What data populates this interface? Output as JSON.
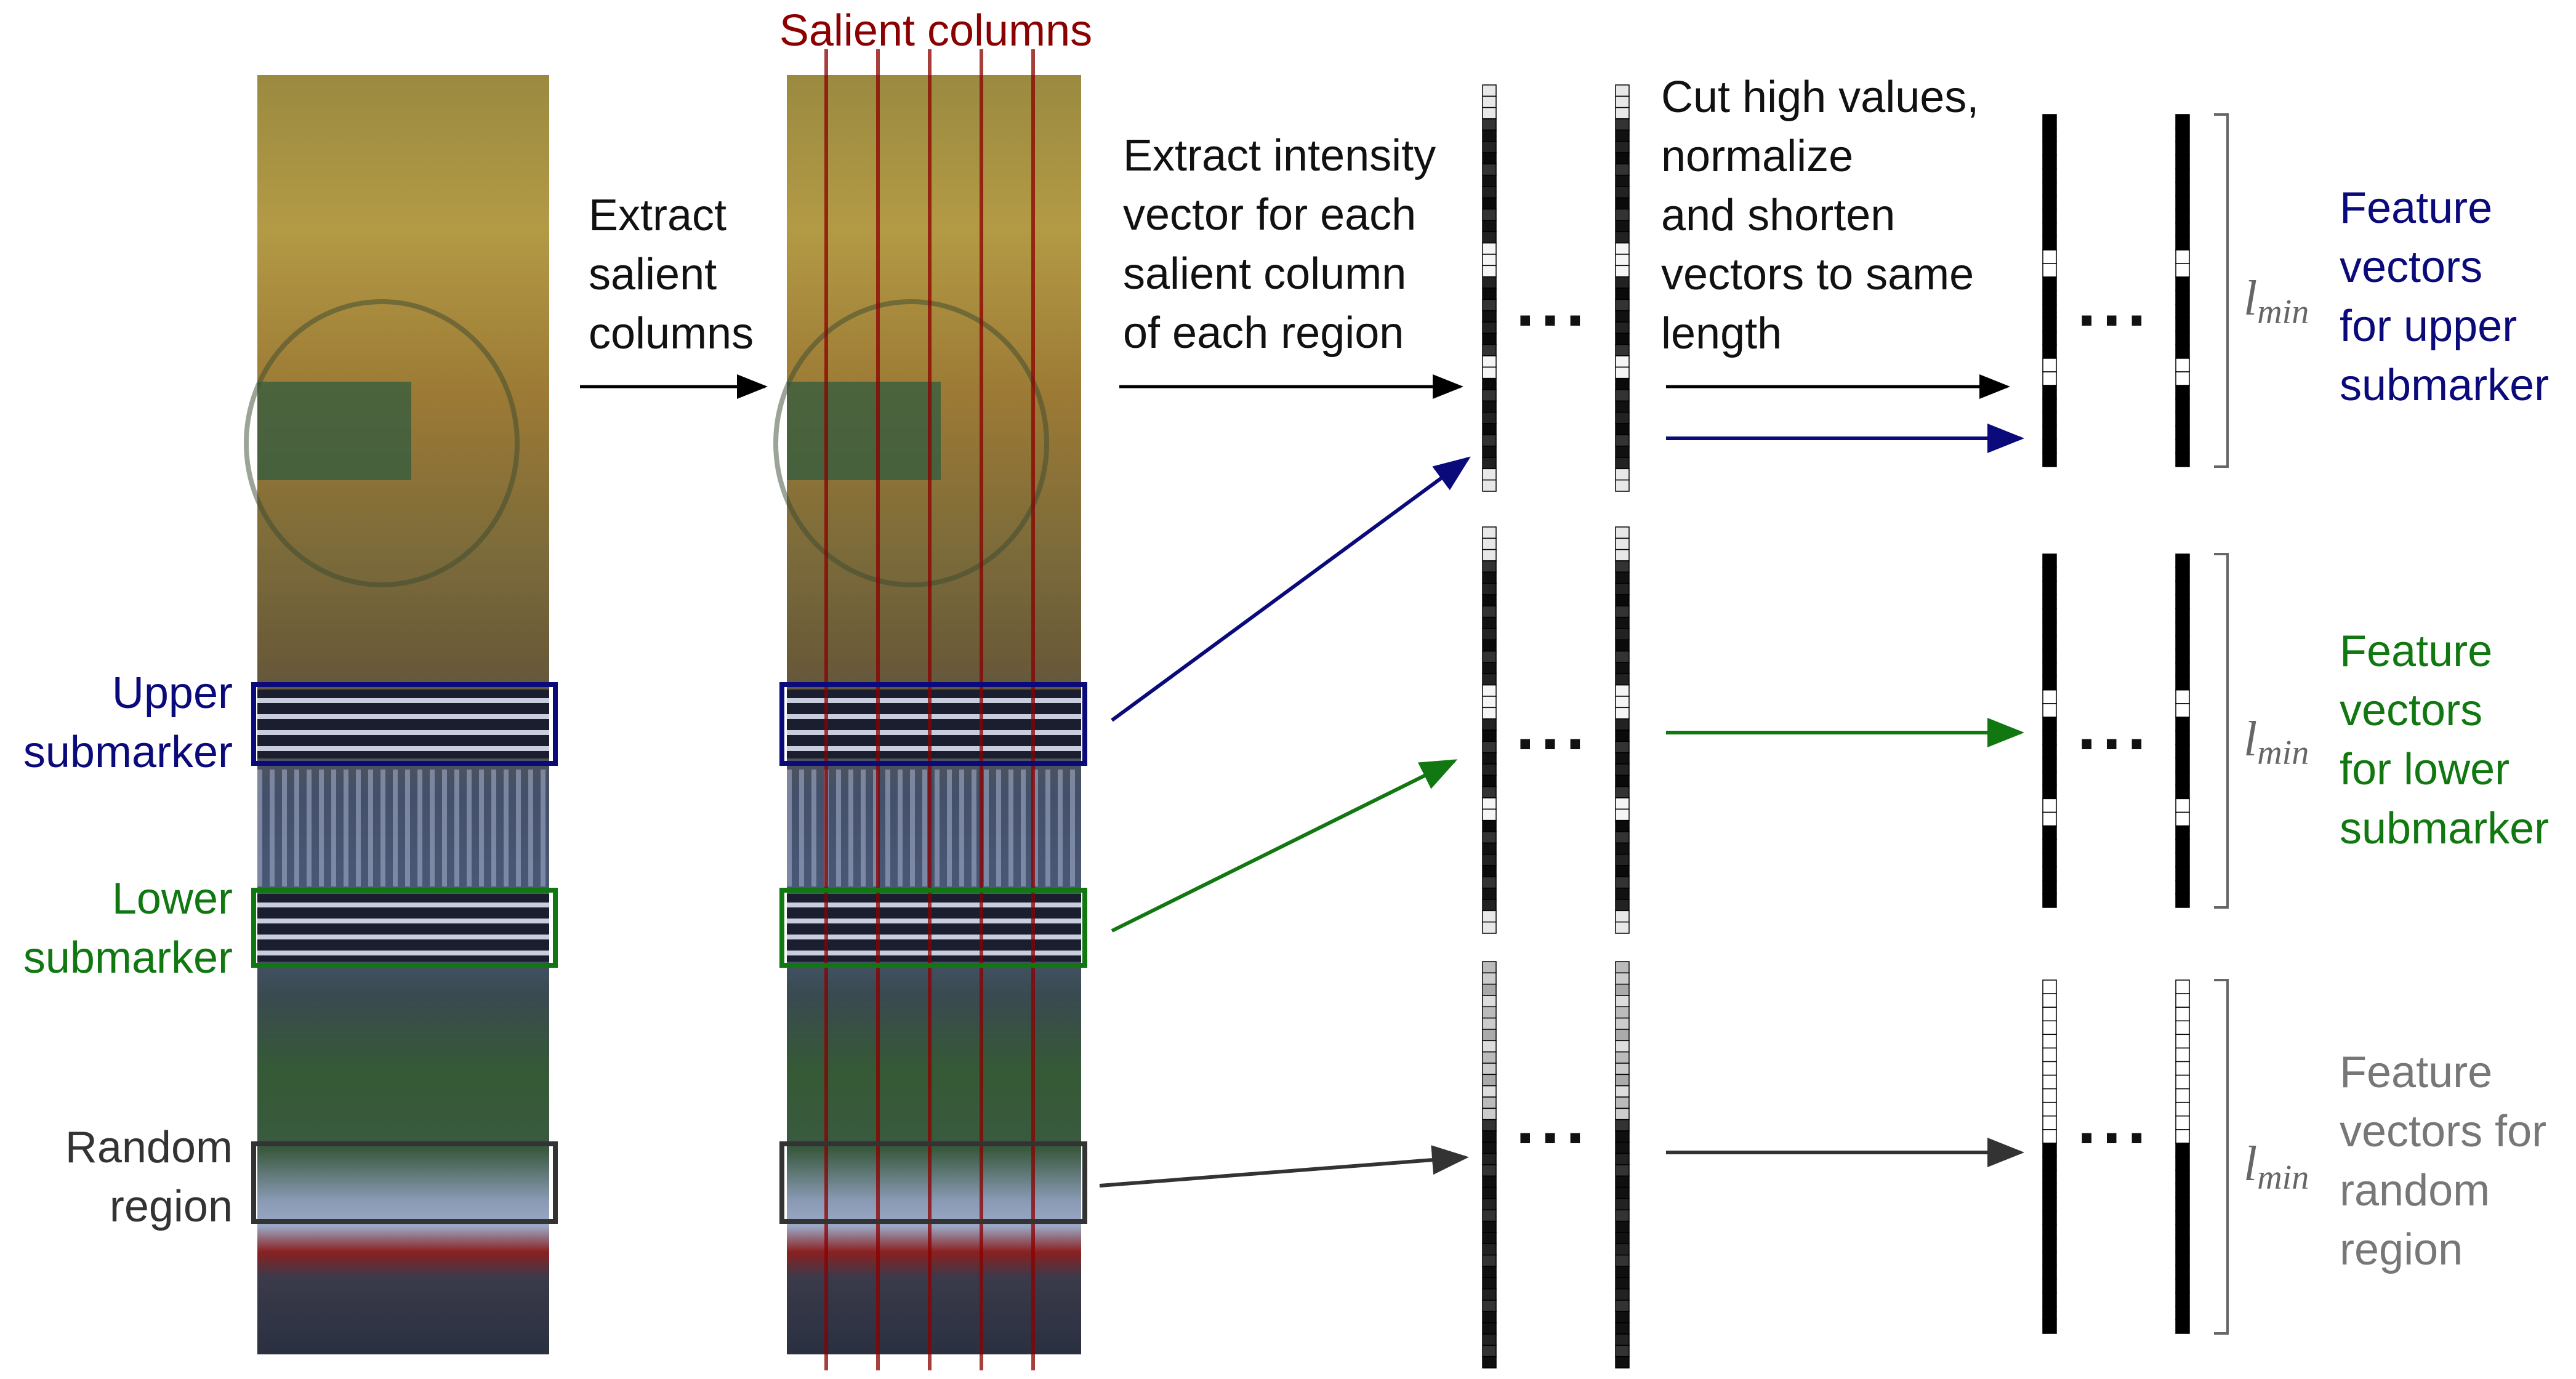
{
  "labels": {
    "salient_columns": "Salient columns",
    "extract_salient": "Extract\nsalient\ncolumns",
    "extract_intensity": "Extract intensity\nvector for each\nsalient column\nof each region",
    "cut_high": "Cut high values,\nnormalize\nand shorten\nvectors to same\nlength",
    "upper_submarker": "Upper\nsubmarker",
    "lower_submarker": "Lower\nsubmarker",
    "random_region": "Random\nregion",
    "feature_upper": "Feature\nvectors\nfor upper\nsubmarker",
    "feature_lower": "Feature\nvectors\nfor lower\nsubmarker",
    "feature_random": "Feature\nvectors for\nrandom\nregion",
    "lmin_base": "l",
    "lmin_sub": "min",
    "ellipsis": "..."
  },
  "colors": {
    "upper": "#0a0a7a",
    "lower": "#117711",
    "random": "#333333",
    "random_label": "#777777",
    "salient": "#8b0000",
    "arrow": "#000000"
  },
  "photo_regions": [
    "upper_submarker",
    "lower_submarker",
    "random_region"
  ],
  "salient_column_count": 5
}
